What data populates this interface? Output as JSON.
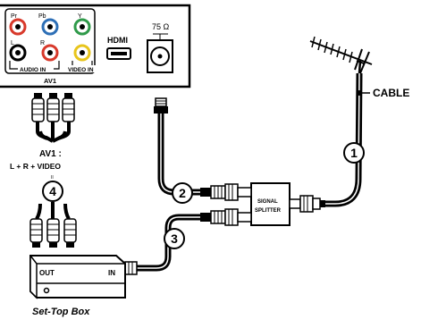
{
  "tv_panel": {
    "jack_labels": {
      "pr": "Pr",
      "pb": "Pb",
      "y": "Y",
      "l": "L",
      "r": "R"
    },
    "audio_in_label": "AUDIO IN",
    "video_in_label": "VIDEO IN",
    "av1_label": "AV1",
    "hdmi_label": "HDMI",
    "antenna_label": "75 Ω"
  },
  "labels": {
    "cable": "CABLE",
    "av1_title": "AV1 :",
    "av1_sub": "L + R + VIDEO",
    "splitter_line1": "SIGNAL",
    "splitter_line2": "SPLITTER",
    "stb_out": "OUT",
    "stb_in": "IN",
    "stb_name": "Set-Top Box",
    "tick": "II"
  },
  "steps": {
    "s1": "1",
    "s2": "2",
    "s3": "3",
    "s4": "4"
  },
  "colors": {
    "red": "#d8392b",
    "green": "#2f9a4a",
    "blue": "#2d6fb6",
    "yellow": "#e8c51c",
    "black": "#000000"
  }
}
